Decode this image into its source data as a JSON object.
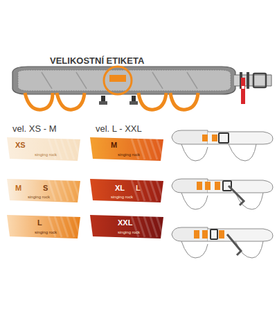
{
  "diagram": {
    "title": "VELIKOSTNÍ ETIKETA",
    "nodes": [
      {
        "text": [
          "XS",
          "singing rock"
        ]
      },
      {
        "text": [
          "M",
          "S",
          "singing rock"
        ]
      },
      {
        "text": [
          "L",
          "singing rock"
        ]
      },
      {
        "text": [
          "M",
          "singing rock"
        ]
      },
      {
        "text": [
          "XL",
          "L",
          "singing rock"
        ]
      },
      {
        "text": [
          "XXL",
          "singing rock"
        ]
      }
    ],
    "labels": [
      "vel. XS - M",
      "vel. L - XXL"
    ]
  }
}
